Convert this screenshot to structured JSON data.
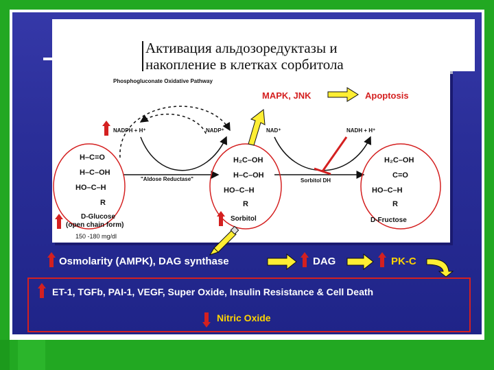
{
  "title": {
    "line1": "Активация альдозоредуктазы и",
    "line2": "накопление в клетках сорбитола"
  },
  "diagram": {
    "pathway_label": "Phosphogluconate Oxidative Pathway",
    "mapk_label": "MAPK, JNK",
    "apoptosis_label": "Apoptosis",
    "nadph_label": "NADPH + H⁺",
    "nadp_label": "NADP⁺",
    "nad_label": "NAD⁺",
    "nadh_label": "NADH + H⁺",
    "aldose_reductase_label": "\"Aldose Reductase\"",
    "sorbitol_dh_label": "Sorbitol DH",
    "glucose": {
      "rows": [
        "H–C=O",
        "H–C–OH",
        "HO–C–H",
        "R"
      ],
      "name": "D-Glucose",
      "form": "(open chain form)",
      "level": "150 -180 mg/dl"
    },
    "sorbitol": {
      "rows": [
        "H₂C–OH",
        "H–C–OH",
        "HO–C–H",
        "R"
      ],
      "name": "Sorbitol"
    },
    "fructose": {
      "rows": [
        "H₂C–OH",
        "C=O",
        "HO–C–H",
        "R"
      ],
      "name": "D-Fructose"
    }
  },
  "pathway": {
    "osmolarity": "Osmolarity (AMPK), DAG synthase",
    "dag": "DAG",
    "pkc": "PK-C"
  },
  "effects": {
    "up_list": "ET-1, TGFb, PAI-1, VEGF, Super Oxide, Insulin Resistance & Cell Death",
    "down_item": "Nitric Oxide"
  },
  "colors": {
    "background_green": "#22a822",
    "slide_blue": "#2a2e98",
    "accent_red": "#d42020",
    "accent_yellow": "#ffd400"
  }
}
